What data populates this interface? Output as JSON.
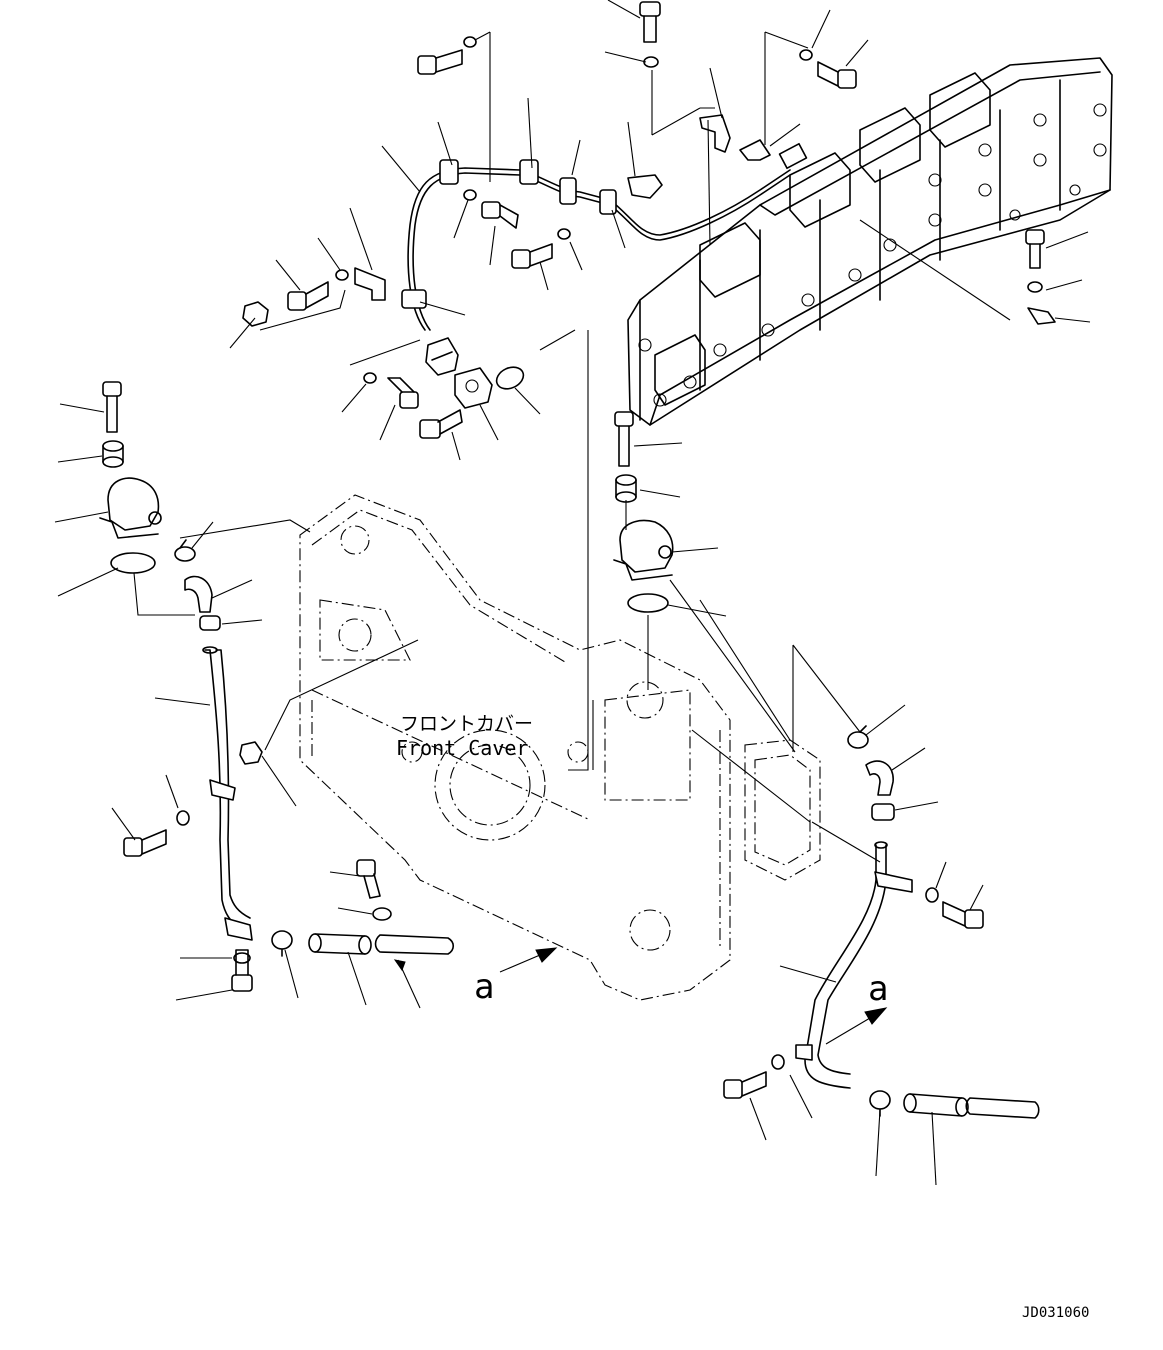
{
  "diagram": {
    "front_cover_label_jp": "フロントカバー",
    "front_cover_label_en": "Front Caver",
    "view_marker_left": "a",
    "view_marker_right": "a",
    "drawing_id": "JD031060"
  }
}
